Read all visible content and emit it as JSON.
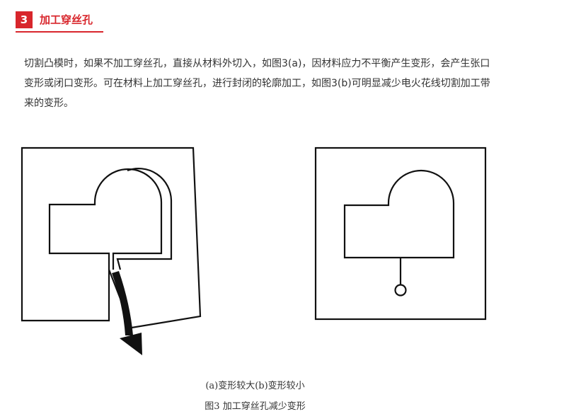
{
  "section": {
    "number": "3",
    "title": "加工穿丝孔",
    "accent_color": "#d8262c"
  },
  "paragraph": "切割凸模时，如果不加工穿丝孔，直接从材料外切入，如图3(a)，因材料应力不平衡产生变形，会产生张口变形或闭口变形。可在材料上加工穿丝孔，进行封闭的轮廓加工，如图3(b)可明显减少电火花线切割加工带来的变形。",
  "figure": {
    "sub_caption": "(a)变形较大(b)变形较小",
    "caption": "图3  加工穿丝孔减少变形",
    "icons": [
      "deformation-arrow-icon",
      "threading-hole-icon"
    ]
  }
}
